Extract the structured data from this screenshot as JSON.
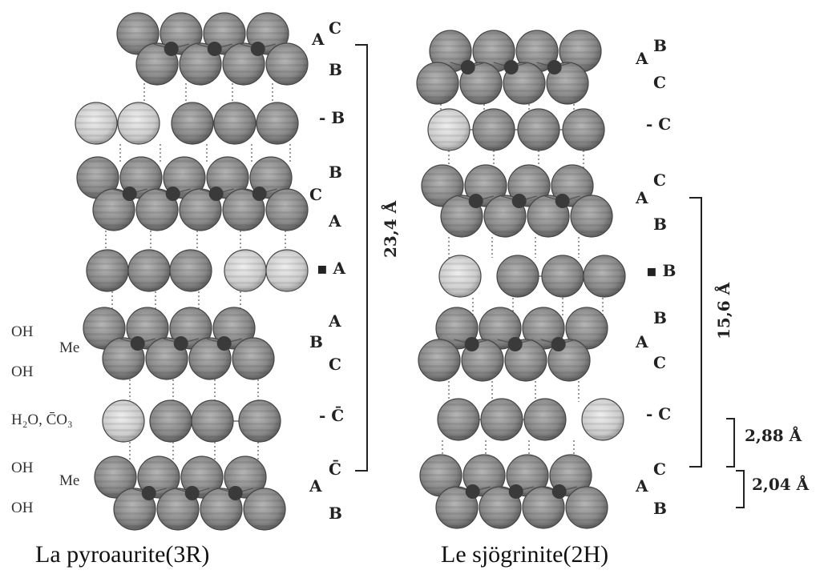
{
  "left": {
    "caption": "La pyroaurite(3R)",
    "dimension": "23,4 Å",
    "labels": {
      "r1_outer": "A",
      "r1_top": "C",
      "r1_bottom": "B",
      "r2": "- B",
      "r3_outer": "C",
      "r3_top": "B",
      "r3_bottom": "A",
      "r4": "▪ A",
      "r5_outer": "B",
      "r5_top": "A",
      "r5_bottom": "C",
      "r6": "- C̄",
      "r7_outer": "A",
      "r7_top": "C̄",
      "r7_bottom": "B"
    },
    "side_labels": {
      "oh1": "OH",
      "me1": "Me",
      "oh2": "OH",
      "h2o": "H₂O, C̄O₃",
      "oh3": "OH",
      "me2": "Me",
      "oh4": "OH"
    }
  },
  "right": {
    "caption": "Le sjögrinite(2H)",
    "dimension": "15,6 Å",
    "dim_small_1": "2,88  Å",
    "dim_small_2": "2,04  Å",
    "labels": {
      "r1_outer": "A",
      "r1_top": "B",
      "r1_bottom": "C",
      "r2": "- C",
      "r3_outer": "A",
      "r3_top": "C",
      "r3_bottom": "B",
      "r4": "▪ B",
      "r5_outer": "A",
      "r5_top": "B",
      "r5_bottom": "C",
      "r6": "- C",
      "r7_outer": "A",
      "r7_top": "C",
      "r7_bottom": "B"
    }
  },
  "colors": {
    "dark_sphere": "#8f8f8f",
    "light_sphere": "#cfcfcf",
    "metal": "#3a3a3a",
    "ink": "#222222"
  }
}
